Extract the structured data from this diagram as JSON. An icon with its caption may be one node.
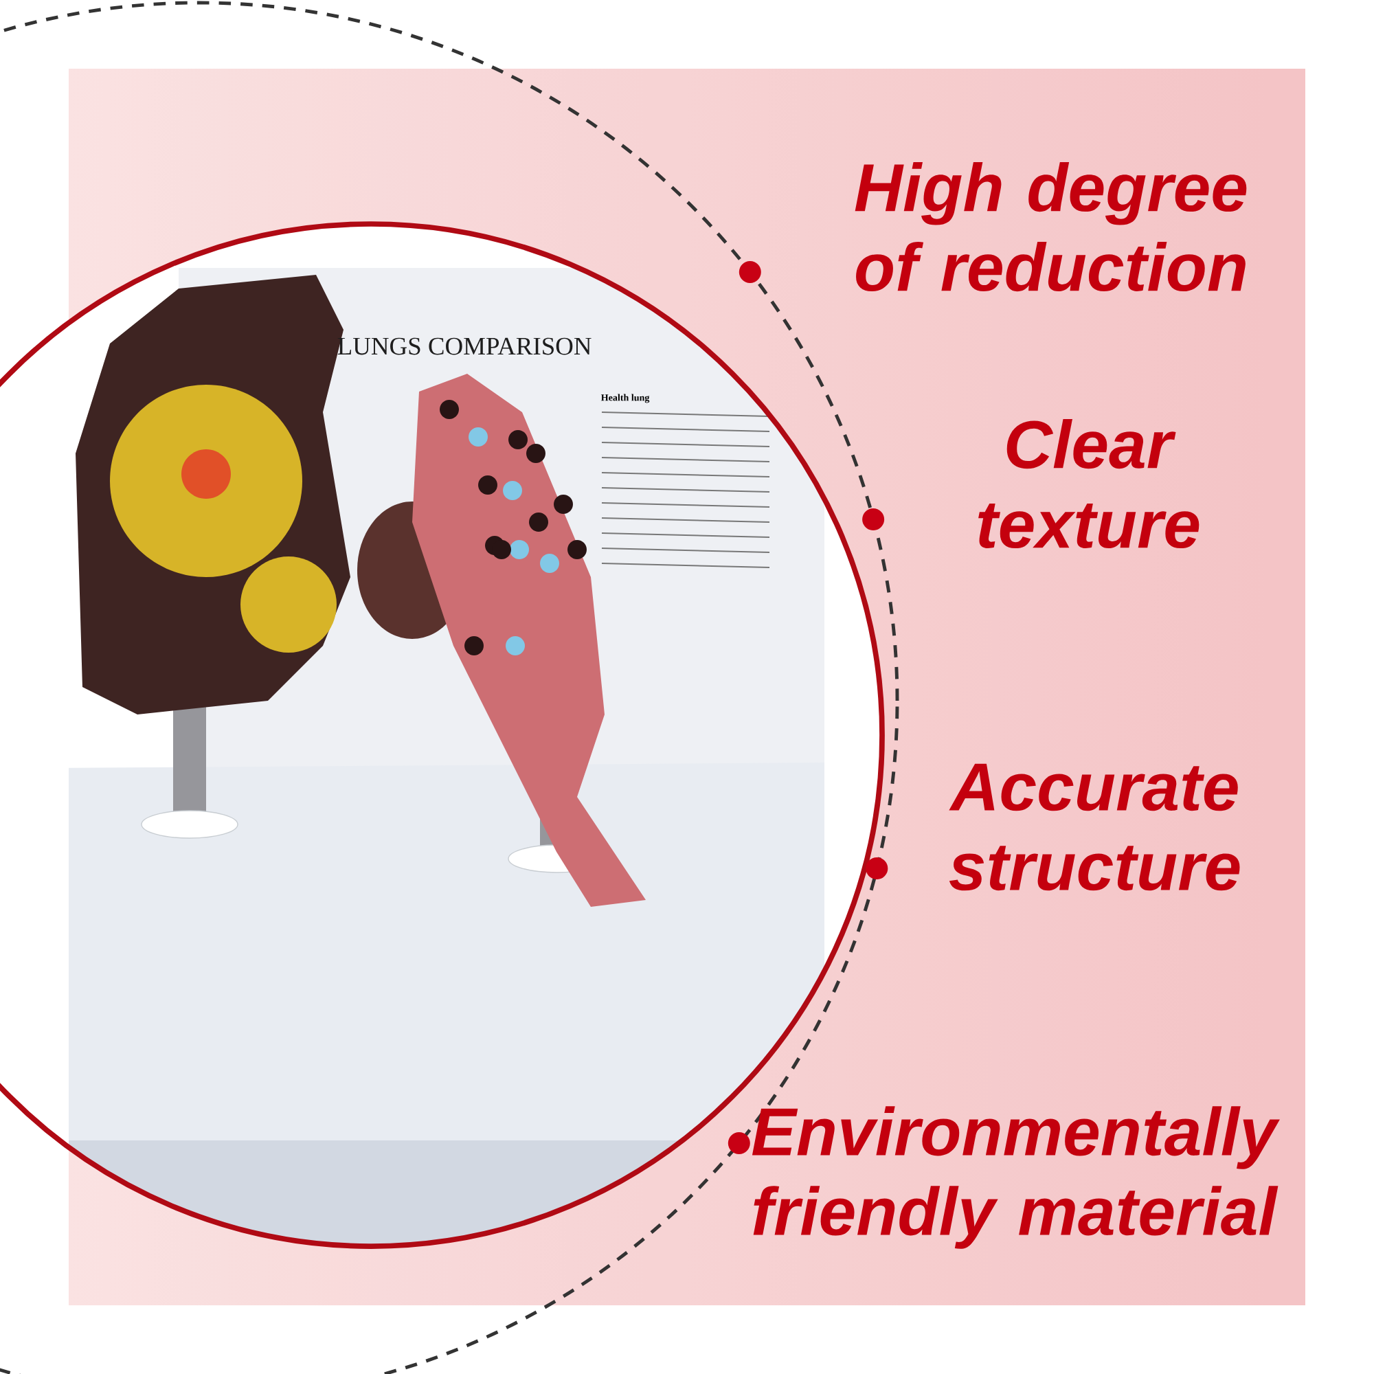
{
  "diagram": {
    "labels": [
      "High degree of reduction",
      "LUNGS COMPARISON",
      "Health lung",
      "Clear texture",
      "Accurate structure",
      "Environmentally friendly material"
    ]
  }
}
